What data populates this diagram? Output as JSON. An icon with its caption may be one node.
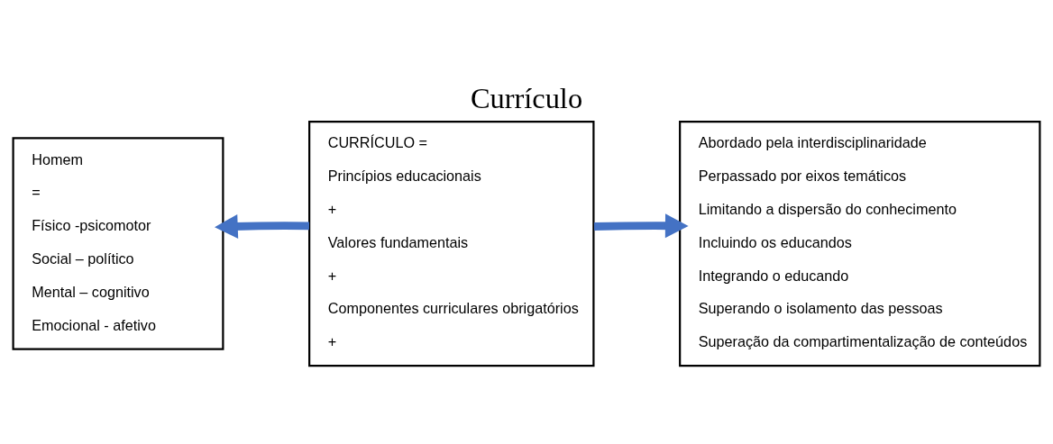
{
  "diagram": {
    "title": "Currículo",
    "nodes": [
      {
        "text": [
          "Homem",
          "=",
          "Físico -psicomotor",
          "Social – político",
          "Mental – cognitivo",
          "Emocional - afetivo"
        ]
      },
      {
        "text": [
          "CURRÍCULO =",
          "Princípios educacionais",
          "+",
          "Valores fundamentais",
          "+",
          "Componentes curriculares obrigatórios",
          "+"
        ]
      },
      {
        "text": [
          "Abordado pela interdisciplinaridade",
          "Perpassado por eixos temáticos",
          "Limitando a dispersão do conhecimento",
          "Incluindo os educandos",
          "Integrando o educando",
          "Superando o isolamento das pessoas",
          "Superação da compartimentalização de conteúdos"
        ]
      }
    ],
    "edges": [
      {
        "from": 1,
        "to": 0,
        "arrow": "to"
      },
      {
        "from": 1,
        "to": 2,
        "arrow": "to"
      }
    ]
  }
}
